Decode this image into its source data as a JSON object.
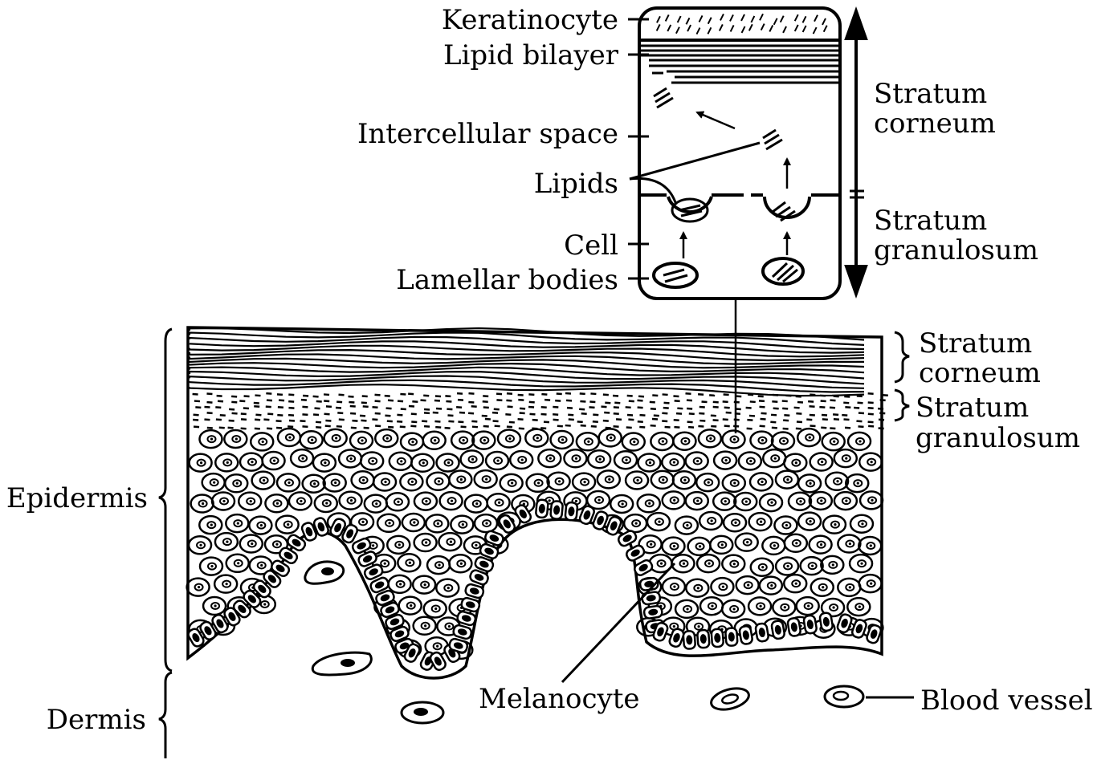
{
  "labels": {
    "keratinocyte": "Keratinocyte",
    "lipid_bilayer": "Lipid bilayer",
    "intercellular_space": "Intercellular space",
    "lipids": "Lipids",
    "cell": "Cell",
    "lamellar_bodies": "Lamellar bodies",
    "inset_stratum_corneum": [
      "Stratum",
      "corneum"
    ],
    "inset_stratum_granulosum": [
      "Stratum",
      "granulosum"
    ],
    "stratum_corneum": [
      "Stratum",
      "corneum"
    ],
    "stratum_granulosum": [
      "Stratum",
      "granulosum"
    ],
    "epidermis": "Epidermis",
    "dermis": "Dermis",
    "melanocyte": "Melanocyte",
    "blood_vessel": "Blood vessel"
  },
  "colors": {
    "ink": "#000000",
    "paper": "#ffffff"
  }
}
